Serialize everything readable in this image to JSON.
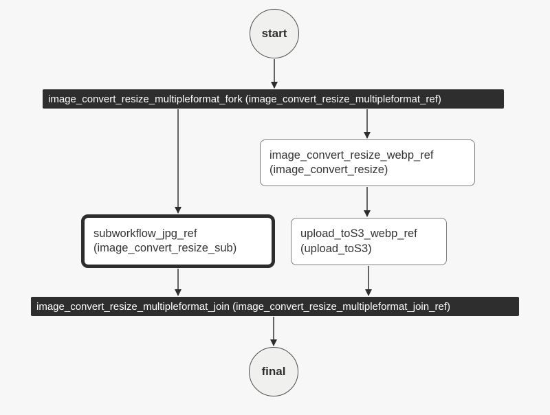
{
  "diagram": {
    "type": "workflow-flowchart",
    "colors": {
      "background": "#f7f7f8",
      "bar_background": "#2e2e2e",
      "bar_text": "#ffffff",
      "node_background": "#ffffff",
      "node_border": "#7d7d7d",
      "highlight_border": "#2d2d2d",
      "circle_fill": "#f0f0ef",
      "edge": "#333333",
      "text": "#333333"
    },
    "nodes": {
      "start": {
        "label": "start",
        "shape": "circle"
      },
      "fork": {
        "label": "image_convert_resize_multipleformat_fork (image_convert_resize_multipleformat_ref)",
        "shape": "bar"
      },
      "webp_task": {
        "line1": "image_convert_resize_webp_ref",
        "line2": "(image_convert_resize)",
        "shape": "rounded-box"
      },
      "subworkflow_task": {
        "line1": "subworkflow_jpg_ref",
        "line2": "(image_convert_resize_sub)",
        "shape": "rounded-box-thick-border"
      },
      "upload_task": {
        "line1": "upload_toS3_webp_ref",
        "line2": "(upload_toS3)",
        "shape": "rounded-box"
      },
      "join": {
        "label": "image_convert_resize_multipleformat_join (image_convert_resize_multipleformat_join_ref)",
        "shape": "bar"
      },
      "final": {
        "label": "final",
        "shape": "circle"
      }
    },
    "edges": [
      {
        "from": "start",
        "to": "fork"
      },
      {
        "from": "fork",
        "to": "subworkflow_task"
      },
      {
        "from": "fork",
        "to": "webp_task"
      },
      {
        "from": "webp_task",
        "to": "upload_task"
      },
      {
        "from": "subworkflow_task",
        "to": "join"
      },
      {
        "from": "upload_task",
        "to": "join"
      },
      {
        "from": "join",
        "to": "final"
      }
    ]
  }
}
